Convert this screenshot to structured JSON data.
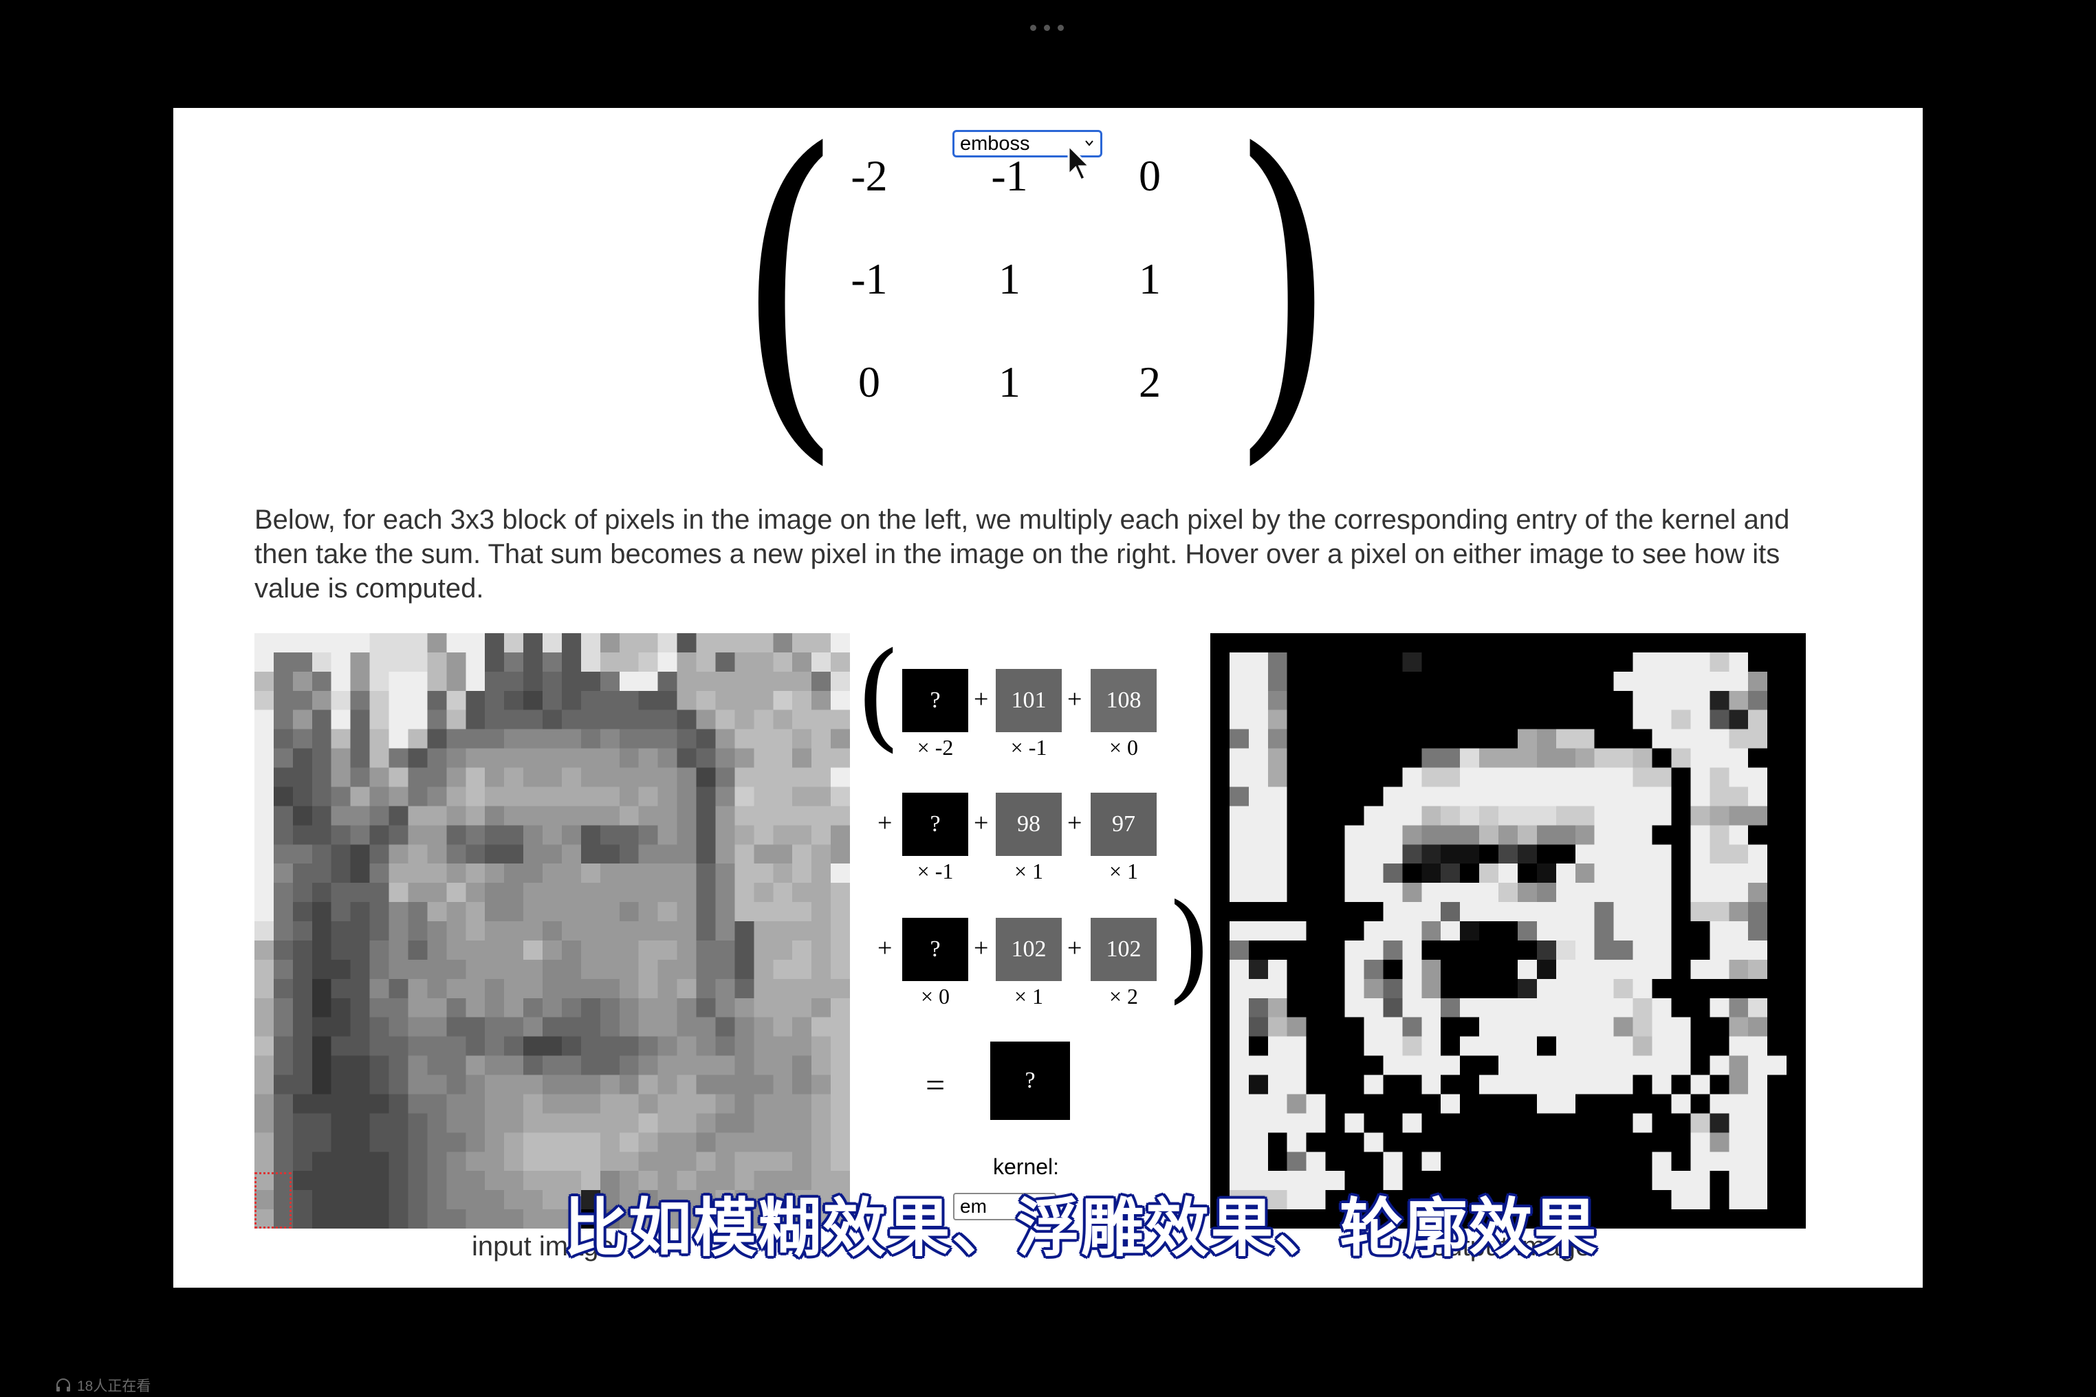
{
  "kernel_select": {
    "value": "emboss"
  },
  "kernel_matrix": [
    [
      "-2",
      "-1",
      "0"
    ],
    [
      "-1",
      "1",
      "1"
    ],
    [
      "0",
      "1",
      "2"
    ]
  ],
  "description": "Below, for each 3x3 block of pixels in the image on the left, we multiply each pixel by the corresponding entry of the kernel and then take the sum. That sum becomes a new pixel in the image on the right. Hover over a pixel on either image to see how its value is computed.",
  "computation": {
    "rows": [
      {
        "cells": [
          {
            "value": "?",
            "color": "#000000",
            "mult": "× -2"
          },
          {
            "value": "101",
            "color": "#656565",
            "mult": "× -1"
          },
          {
            "value": "108",
            "color": "#6c6c6c",
            "mult": "× 0"
          }
        ]
      },
      {
        "cells": [
          {
            "value": "?",
            "color": "#000000",
            "mult": "× -1"
          },
          {
            "value": "98",
            "color": "#626262",
            "mult": "× 1"
          },
          {
            "value": "97",
            "color": "#616161",
            "mult": "× 1"
          }
        ]
      },
      {
        "cells": [
          {
            "value": "?",
            "color": "#000000",
            "mult": "× 0"
          },
          {
            "value": "102",
            "color": "#666666",
            "mult": "× 1"
          },
          {
            "value": "102",
            "color": "#666666",
            "mult": "× 2"
          }
        ]
      }
    ],
    "plus": "+",
    "equals": "=",
    "result": "?"
  },
  "kernel_label": "kernel:",
  "kernel_select_small": "em",
  "captions": {
    "input": "input image",
    "output": "output image"
  },
  "subtitle": "比如模糊效果、浮雕效果、轮廓效果",
  "viewer_count": "18人正在看",
  "input_pixels": [
    "EEEEEEDDD9EE5C5D5D9BBD5BBBB8BBE",
    "E77DE9DDDB9E57575DBBCEAB6AAB9DB",
    "B797E9DEEB9E6656557EE6AAAAAAA7D",
    "C779D7CEE6C56546566655ABAAACB9E",
    "E796E6CEE7B5666566666659BABABBB",
    "E676B6BEB5777888878777659BBBAB9",
    "E75696B7578999999998985689BB9BB",
    "E556979B779B9A99A99999847BBBBBE",
    "E4567A8978ABAAAAAAA9A9858CBBAAC",
    "E6458875AA9A8999999A99859BBBBBB",
    "E655675699676689856679859ABAAB9",
    "E7765469A9765588955688859B99BA9",
    "E866547AAA9A98899A9999968BBABAE",
    "E765666B99B98899999999968BABAAB",
    "E75465687A9A889999989A968BBBBAB",
    "D7645568789A99989999999685AAAAB",
    "A6545578689999B98999AA9775AABAB",
    "B7544578888999988999A99775ABBAB",
    "B6535586989989988889A9A786AAAAA",
    "A7534577997989787678998689AAA9B",
    "A75445678866778666789988689A9BB",
    "B6535566777676445666789878999AB",
    "A6534456877988677667899998998AB",
    "A5534456887899988898A9A8888989B",
    "96444445778899A999AA9AAA98999AB",
    "96554455678899AAAAAABAA988999AB",
    "A655445567789ABBBBABA99899999AB",
    "A654444567899ABBBBAA999A9AAA9AB",
    "A6444445678899AAAB89A9A99A999AA",
    "965444456788899AA2898999A999AAA",
    "A65444456778889990789999A99A9AA"
  ],
  "output_pixels": [
    "000000000000000000000000000000",
    "0EE7000000200000000000EEEECE00",
    "0EE700000000000000000EEEEEEE90",
    "0EE8000000000000000000EEEE2A70",
    "0EEA000000000000000000EECE52C0",
    "07E8000000000000A9CC000EEEECC0",
    "0EEA000000077DAAA99ACCB0CEEE0",
    "0EEA000000ECCEEEEEEEEECC0ECEE0",
    "07EE00000EEEEEEEEEEEEEEE0ECCE0",
    "0EEE0000EEEBCDCDDDCCEEEE0BA990",
    "0EEE000EEE9888B9B889EEE00ECE0",
    "0EEE000EEE421104200EEEEE0ECCE0",
    "0EEE000EE60130CE01E9EEEE0EEEE0",
    "0EEE000EEE9EEEEC98EEEEEE0EEE90",
    "000000000EEE6EEEEEEE7EEE0CC970",
    "0EEEE000EEE8E1007EEE7EEE00EE70",
    "0700000EE7E0000003DE77EE00EEE0",
    "0E2E000E70E90000E1EEEEEE0EEAB0",
    "0EEE000E96E900002EEEECE0000000",
    "0E6A000EE5EE7EEEEEEEEECE00E8D0",
    "0E5B9000EE7E00EEEEEEE9CEE00A90",
    "0E0EE000EECE0EEEE0EEEEBEE00EE0",
    "0EEEE0000EEEE00EEEEEEEEEE0E9EE0",
    "0E1EE000E00E00EEEEEEEE0E0E09E0",
    "0EEE9E000000E0000EE00000E0EEE0",
    "0EEEEE0E00E00000000000E00C2EE0",
    "0EE0E000E0000000000000000E9EE0",
    "0EE07E000E0E00000000000E0EEEE0",
    "0EEEEEE00E0000000000000EEE0EE0",
    "0CCCEE000000000000000000EE0EE0",
    "000000000000000000000000000000"
  ]
}
